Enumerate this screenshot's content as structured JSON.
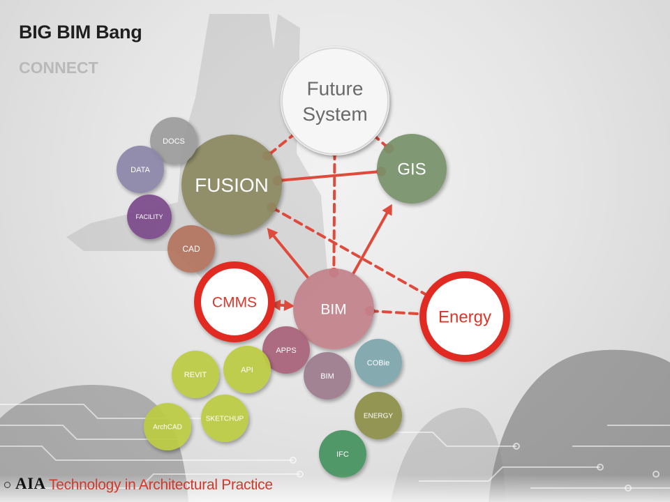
{
  "slide": {
    "title": "BIG BIM Bang",
    "subtitle": "CONNECT"
  },
  "footer": {
    "org": "AIA",
    "text": "Technology in Architectural Practice"
  },
  "colors": {
    "accent_red": "#de4a3c",
    "ring_red": "#e12a22",
    "future": "#f6f6f6",
    "fusion": "#8b8a62",
    "gis": "#78926a",
    "bim": "#c3838b",
    "docs": "#9d9d9d",
    "data": "#8c86a9",
    "facility": "#7c4c8c",
    "cad": "#b4745e",
    "apps": "#a8627a",
    "bim_small": "#9d7b8e",
    "cobie": "#7ea7ad",
    "energy_small": "#8d9049",
    "ifc": "#469360",
    "lime": "#bccc43"
  },
  "diagram": {
    "nodes": [
      {
        "id": "future",
        "label_lines": [
          "Future",
          "System"
        ],
        "color": "#f6f6f6",
        "text_color": "#6a6a6a"
      },
      {
        "id": "fusion",
        "label_lines": [
          "FUSION"
        ],
        "color": "#8b8a62",
        "text_color": "#ffffff"
      },
      {
        "id": "gis",
        "label_lines": [
          "GIS"
        ],
        "color": "#78926a",
        "text_color": "#ffffff"
      },
      {
        "id": "bim",
        "label_lines": [
          "BIM"
        ],
        "color": "#c3838b",
        "text_color": "#ffffff"
      },
      {
        "id": "cmms",
        "label_lines": [
          "CMMS"
        ],
        "color": "#ffffff",
        "text_color": "#d9362b",
        "ring": true
      },
      {
        "id": "energy",
        "label_lines": [
          "Energy"
        ],
        "color": "#ffffff",
        "text_color": "#d9362b",
        "ring": true
      },
      {
        "id": "docs",
        "label_lines": [
          "DOCS"
        ],
        "color": "#9d9d9d",
        "text_color": "#ffffff"
      },
      {
        "id": "data",
        "label_lines": [
          "DATA"
        ],
        "color": "#8c86a9",
        "text_color": "#ffffff"
      },
      {
        "id": "facility",
        "label_lines": [
          "FACILITY"
        ],
        "color": "#7c4c8c",
        "text_color": "#ffffff"
      },
      {
        "id": "cad",
        "label_lines": [
          "CAD"
        ],
        "color": "#b4745e",
        "text_color": "#ffffff"
      },
      {
        "id": "apps",
        "label_lines": [
          "APPS"
        ],
        "color": "#a8627a",
        "text_color": "#ffffff"
      },
      {
        "id": "bim2",
        "label_lines": [
          "BIM"
        ],
        "color": "#9d7b8e",
        "text_color": "#ffffff"
      },
      {
        "id": "cobie",
        "label_lines": [
          "COBie"
        ],
        "color": "#7ea7ad",
        "text_color": "#ffffff"
      },
      {
        "id": "energy2",
        "label_lines": [
          "ENERGY"
        ],
        "color": "#8d9049",
        "text_color": "#ffffff"
      },
      {
        "id": "ifc",
        "label_lines": [
          "IFC"
        ],
        "color": "#469360",
        "text_color": "#ffffff"
      },
      {
        "id": "revit",
        "label_lines": [
          "REVIT"
        ],
        "color": "#bccc43",
        "text_color": "#ffffff"
      },
      {
        "id": "api",
        "label_lines": [
          "API"
        ],
        "color": "#bccc43",
        "text_color": "#ffffff"
      },
      {
        "id": "archcad",
        "label_lines": [
          "ArchCAD"
        ],
        "color": "#bccc43",
        "text_color": "#ffffff"
      },
      {
        "id": "sketchup",
        "label_lines": [
          "SKETCHUP"
        ],
        "color": "#bccc43",
        "text_color": "#ffffff"
      }
    ],
    "edges": [
      {
        "from": "future",
        "to": "fusion",
        "style": "dashed"
      },
      {
        "from": "future",
        "to": "gis",
        "style": "dashed"
      },
      {
        "from": "future",
        "to": "bim",
        "style": "dashed"
      },
      {
        "from": "fusion",
        "to": "gis",
        "style": "solid"
      },
      {
        "from": "fusion",
        "to": "energy",
        "style": "dashed"
      },
      {
        "from": "bim",
        "to": "fusion",
        "style": "arrow"
      },
      {
        "from": "bim",
        "to": "gis",
        "style": "arrow"
      },
      {
        "from": "bim",
        "to": "cmms",
        "style": "double-arrow"
      },
      {
        "from": "bim",
        "to": "energy",
        "style": "dashed"
      }
    ]
  }
}
